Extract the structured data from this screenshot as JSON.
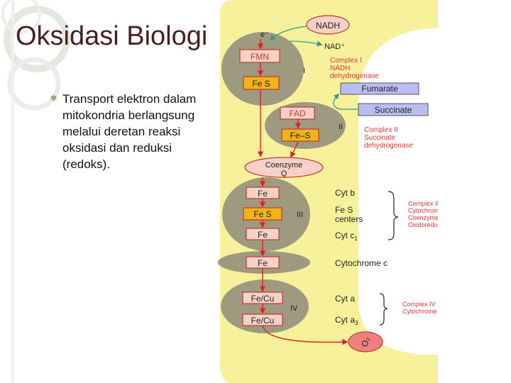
{
  "slide": {
    "title": "Oksidasi Biologi",
    "bullet_text": "Transport elektron dalam mitokondria berlangsung melalui deretan reaksi oksidasi dan reduksi (redoks)."
  },
  "diagram": {
    "nadh": "NADH",
    "nad_plus": "NAD⁺",
    "electron": "e⁻",
    "fmn": "FMN",
    "fe_s_1": "Fe S",
    "complex1_roman": "I",
    "complex1_label": [
      "Complex I",
      "NADH",
      "dehydrogenase"
    ],
    "fumarate": "Fumarate",
    "succinate": "Succinate",
    "fad": "FAD",
    "fe_s_2": "Fe–S",
    "complex2_roman": "II",
    "complex2_label": [
      "Complex II",
      "Succinate",
      "dehydrogenase"
    ],
    "coenzyme_q": [
      "Coenzyme",
      "Q"
    ],
    "fe_top": "Fe",
    "fe_s_3": "Fe S",
    "fe_bottom": "Fe",
    "complex3_roman": "III",
    "cyt_b": "Cyt b",
    "fe_s_centers": [
      "Fe S",
      "centers"
    ],
    "cyt_c1": "Cyt c",
    "cyt_c1_sub": "1",
    "complex3_label": [
      "Complex III",
      "Cytochrome c –",
      "Coenzyme Q",
      "Oxidoreductase"
    ],
    "fe_cyt_c": "Fe",
    "cytochrome_c": "Cytochrome c",
    "fe_cu_1": "Fe/Cu",
    "fe_cu_2": "Fe/Cu",
    "complex4_roman": "IV",
    "cyt_a": "Cyt a",
    "cyt_a3": "Cyt a",
    "cyt_a3_sub": "3",
    "complex4_label": [
      "Complex IV",
      "Cytochrome oxidase"
    ],
    "o2": "O₂",
    "colors": {
      "membrane_yellow": "#f6f19a",
      "complex_fill": "#9e9a80",
      "box_fill": "#f7d0c8",
      "box_stroke": "#c0392b",
      "fes_fill": "#f3b21a",
      "substrate_fill": "#b9bdf0",
      "label_red": "#d13a3a",
      "arrow_red": "#e02020",
      "arrow_teal": "#2a9a9a"
    }
  }
}
